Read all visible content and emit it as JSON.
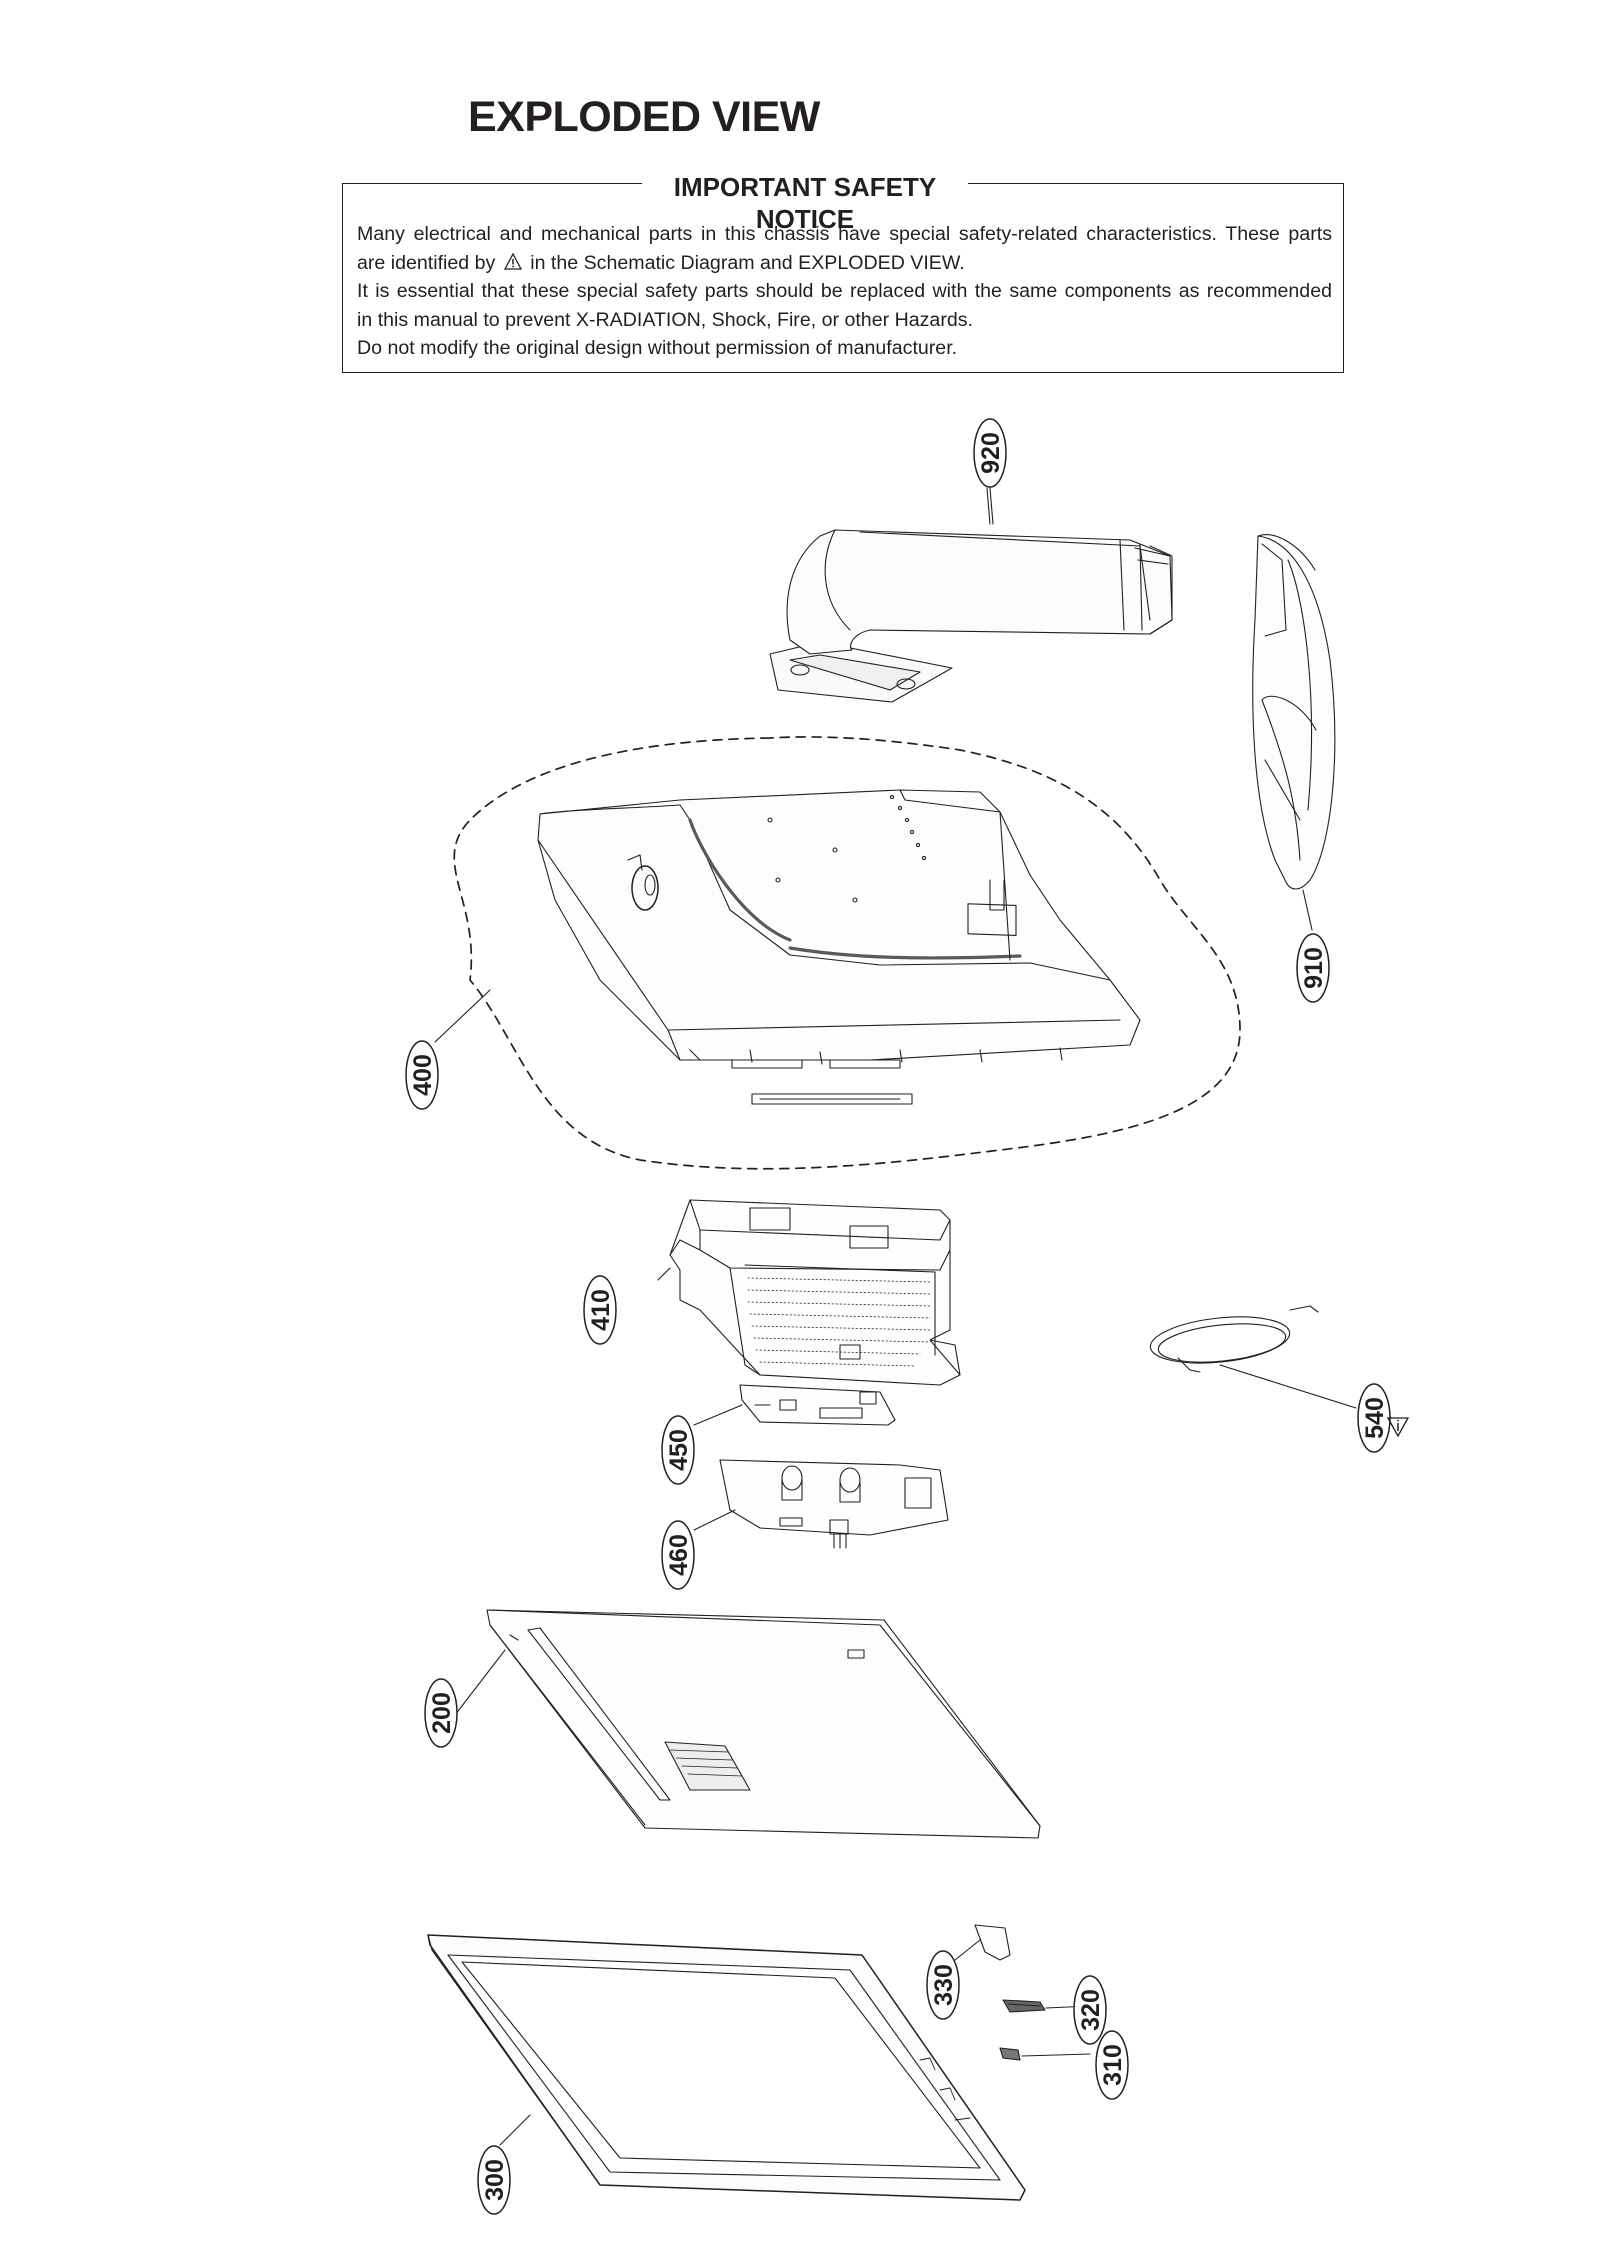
{
  "page": {
    "title": "EXPLODED VIEW"
  },
  "safety_notice": {
    "title": "IMPORTANT SAFETY NOTICE",
    "line1": "Many electrical and mechanical parts in this chassis have special safety-related characteristics. These parts",
    "line2_before": "are identified by",
    "line2_after": "in the Schematic Diagram and EXPLODED VIEW.",
    "line3": "It is essential that these special safety parts should be replaced with the same components as recommended",
    "line4": "in this manual to prevent X-RADIATION, Shock, Fire, or other Hazards.",
    "line5": "Do not modify the original design without permission of manufacturer."
  },
  "callouts": {
    "c920": "920",
    "c910": "910",
    "c400": "400",
    "c410": "410",
    "c540": "540",
    "c450": "450",
    "c460": "460",
    "c200": "200",
    "c330": "330",
    "c320": "320",
    "c310": "310",
    "c300": "300"
  },
  "icons": {
    "safety": "warning-triangle-icon"
  }
}
